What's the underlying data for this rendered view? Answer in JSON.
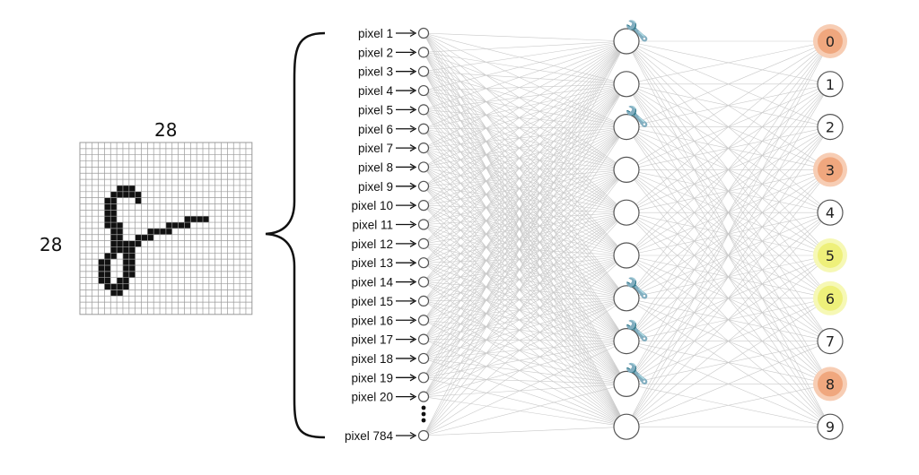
{
  "grid": {
    "width_label": "28",
    "height_label": "28",
    "size": 28,
    "ink_cells": [
      [
        7,
        6
      ],
      [
        7,
        7
      ],
      [
        7,
        8
      ],
      [
        8,
        5
      ],
      [
        8,
        6
      ],
      [
        8,
        7
      ],
      [
        8,
        8
      ],
      [
        8,
        9
      ],
      [
        9,
        4
      ],
      [
        9,
        5
      ],
      [
        9,
        9
      ],
      [
        10,
        4
      ],
      [
        10,
        5
      ],
      [
        11,
        4
      ],
      [
        11,
        5
      ],
      [
        12,
        4
      ],
      [
        12,
        5
      ],
      [
        12,
        17
      ],
      [
        12,
        18
      ],
      [
        12,
        19
      ],
      [
        12,
        20
      ],
      [
        13,
        4
      ],
      [
        13,
        5
      ],
      [
        13,
        6
      ],
      [
        13,
        14
      ],
      [
        13,
        15
      ],
      [
        13,
        16
      ],
      [
        13,
        17
      ],
      [
        14,
        5
      ],
      [
        14,
        6
      ],
      [
        14,
        11
      ],
      [
        14,
        12
      ],
      [
        14,
        13
      ],
      [
        14,
        14
      ],
      [
        15,
        5
      ],
      [
        15,
        6
      ],
      [
        15,
        9
      ],
      [
        15,
        10
      ],
      [
        15,
        11
      ],
      [
        16,
        5
      ],
      [
        16,
        6
      ],
      [
        16,
        7
      ],
      [
        16,
        8
      ],
      [
        16,
        9
      ],
      [
        17,
        5
      ],
      [
        17,
        6
      ],
      [
        17,
        7
      ],
      [
        17,
        8
      ],
      [
        18,
        4
      ],
      [
        18,
        5
      ],
      [
        18,
        7
      ],
      [
        18,
        8
      ],
      [
        19,
        3
      ],
      [
        19,
        4
      ],
      [
        19,
        7
      ],
      [
        19,
        8
      ],
      [
        20,
        3
      ],
      [
        20,
        4
      ],
      [
        20,
        7
      ],
      [
        20,
        8
      ],
      [
        21,
        3
      ],
      [
        21,
        4
      ],
      [
        21,
        7
      ],
      [
        21,
        8
      ],
      [
        22,
        3
      ],
      [
        22,
        4
      ],
      [
        22,
        6
      ],
      [
        22,
        7
      ],
      [
        23,
        4
      ],
      [
        23,
        5
      ],
      [
        23,
        6
      ],
      [
        23,
        7
      ],
      [
        24,
        5
      ],
      [
        24,
        6
      ]
    ]
  },
  "input_layer": {
    "labels": [
      "pixel 1",
      "pixel 2",
      "pixel 3",
      "pixel 4",
      "pixel 5",
      "pixel 6",
      "pixel 7",
      "pixel 8",
      "pixel 9",
      "pixel 10",
      "pixel 11",
      "pixel 12",
      "pixel 13",
      "pixel 14",
      "pixel 15",
      "pixel 16",
      "pixel 17",
      "pixel 18",
      "pixel 19",
      "pixel 20"
    ],
    "last_label": "pixel 784"
  },
  "hidden_layer": {
    "count": 10,
    "wrench_nodes": [
      0,
      2,
      6,
      7,
      8
    ],
    "wrench_icon": "🔧"
  },
  "output_layer": {
    "labels": [
      "0",
      "1",
      "2",
      "3",
      "4",
      "5",
      "6",
      "7",
      "8",
      "9"
    ],
    "highlights": {
      "0": "orange",
      "3": "orange",
      "8": "orange",
      "5": "yellow",
      "6": "yellow"
    },
    "colors": {
      "orange": "#f0a77e",
      "orange_ring": "#f7cdb4",
      "yellow": "#eef07a",
      "yellow_ring": "#f6f8b5"
    }
  },
  "colors": {
    "edge": "#c9c9c9",
    "node_stroke": "#555555",
    "ink": "#111111",
    "grid_line": "#9a9a9a"
  }
}
